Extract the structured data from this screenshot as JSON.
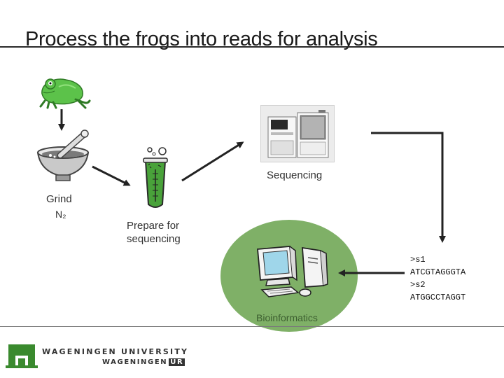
{
  "slide": {
    "title": "Process the frogs into reads for analysis"
  },
  "steps": {
    "grind": "Grind",
    "nitrogen": "N₂",
    "prepare": "Prepare for\nsequencing",
    "sequencing": "Sequencing",
    "bioinformatics": "Bioinformatics"
  },
  "reads": [
    ">s1",
    "ATCGTAGGGTA",
    ">s2",
    "ATGGCCTAGGT"
  ],
  "logo": {
    "line1": "WAGENINGEN UNIVERSITY",
    "line2a": "WAGENINGEN",
    "line2b": "UR"
  },
  "colors": {
    "frog": "#5cc24a",
    "bioinformatics_circle": "#7fb067",
    "logo_green": "#3a8a2e",
    "arrow": "#222222"
  }
}
